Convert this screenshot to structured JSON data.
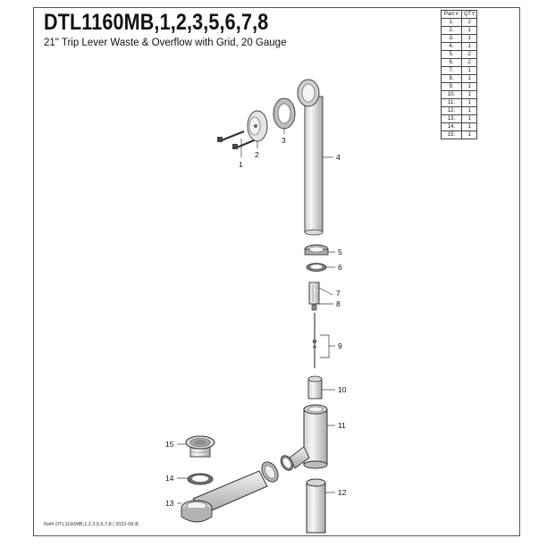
{
  "header": {
    "title": "DTL1160MB,1,2,3,5,6,7,8",
    "subtitle": "21\" Trip Lever Waste & Overflow with Grid, 20 Gauge"
  },
  "parts_table": {
    "col_part": "Part #",
    "col_qty": "QTY",
    "rows": [
      {
        "part": "1.",
        "qty": "2"
      },
      {
        "part": "2.",
        "qty": "1"
      },
      {
        "part": "3.",
        "qty": "1"
      },
      {
        "part": "4.",
        "qty": "1"
      },
      {
        "part": "5.",
        "qty": "2"
      },
      {
        "part": "6.",
        "qty": "2"
      },
      {
        "part": "7.",
        "qty": "1"
      },
      {
        "part": "8.",
        "qty": "1"
      },
      {
        "part": "9.",
        "qty": "1"
      },
      {
        "part": "10.",
        "qty": "1"
      },
      {
        "part": "11.",
        "qty": "1"
      },
      {
        "part": "12.",
        "qty": "1"
      },
      {
        "part": "13.",
        "qty": "1"
      },
      {
        "part": "14.",
        "qty": "1"
      },
      {
        "part": "15.",
        "qty": "1"
      }
    ]
  },
  "callouts": {
    "c1": "1",
    "c2": "2",
    "c3": "3",
    "c4": "4",
    "c5": "5",
    "c6": "6",
    "c7": "7",
    "c8": "8",
    "c9": "9",
    "c10": "10",
    "c11": "11",
    "c12": "12",
    "c13": "13",
    "c14": "14",
    "c15": "15"
  },
  "footer": "Ref# DTL1160MB,1,2,3,5,6,7,8 | 2022-06-B"
}
